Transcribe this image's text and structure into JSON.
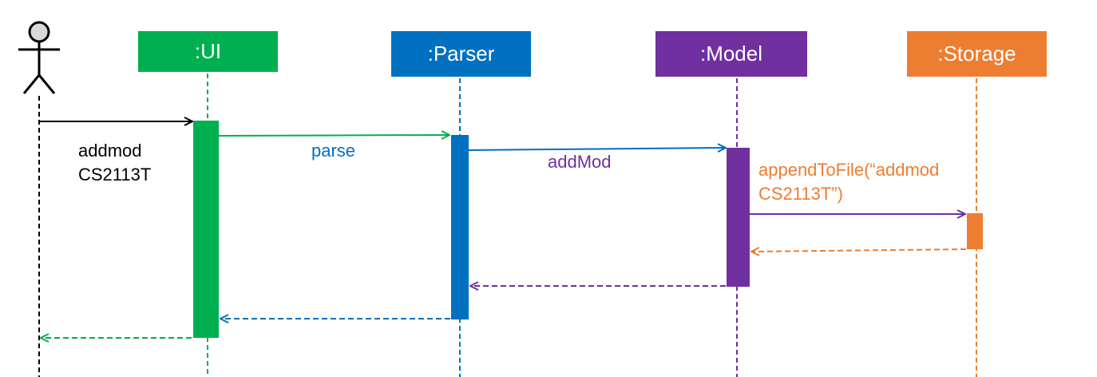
{
  "actor": {
    "icon": "stick-figure-icon"
  },
  "participants": [
    {
      "id": "ui",
      "label": ":UI",
      "color": "#00b050"
    },
    {
      "id": "parser",
      "label": ":Parser",
      "color": "#0070c0"
    },
    {
      "id": "model",
      "label": ":Model",
      "color": "#7030a0"
    },
    {
      "id": "storage",
      "label": ":Storage",
      "color": "#ed7d31"
    }
  ],
  "messages": {
    "user_command": "addmod\nCS2113T",
    "parse": "parse",
    "add_mod": "addMod",
    "append_to_file": "appendToFile(“addmod\nCS2113T”)"
  },
  "colors": {
    "actor": "#000000",
    "ui": "#00b050",
    "parser": "#0070c0",
    "model": "#7030a0",
    "storage": "#ed7d31"
  }
}
